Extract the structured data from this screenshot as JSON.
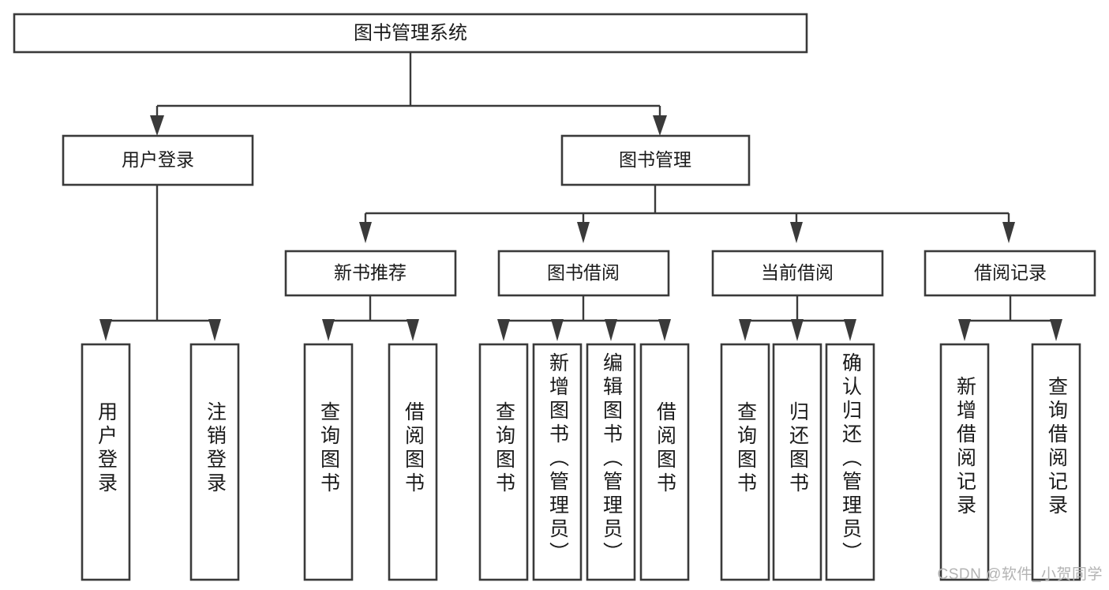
{
  "diagram": {
    "title": "图书管理系统",
    "type": "tree-hierarchy-chart",
    "root": {
      "id": "root",
      "label": "图书管理系统",
      "orientation": "horizontal"
    },
    "level2": [
      {
        "id": "user-login",
        "label": "用户登录",
        "orientation": "horizontal"
      },
      {
        "id": "book-management",
        "label": "图书管理",
        "orientation": "horizontal"
      }
    ],
    "level3": [
      {
        "id": "new-book-recommend",
        "label": "新书推荐",
        "orientation": "horizontal",
        "parent": "book-management"
      },
      {
        "id": "book-borrow",
        "label": "图书借阅",
        "orientation": "horizontal",
        "parent": "book-management"
      },
      {
        "id": "current-borrow",
        "label": "当前借阅",
        "orientation": "horizontal",
        "parent": "book-management"
      },
      {
        "id": "borrow-record",
        "label": "借阅记录",
        "orientation": "horizontal",
        "parent": "book-management"
      }
    ],
    "leaves": [
      {
        "id": "leaf-user-login",
        "label": "用户登录",
        "parent": "user-login",
        "orientation": "vertical"
      },
      {
        "id": "leaf-logout-login",
        "label": "注销登录",
        "parent": "user-login",
        "orientation": "vertical"
      },
      {
        "id": "leaf-query-book-1",
        "label": "查询图书",
        "parent": "new-book-recommend",
        "orientation": "vertical"
      },
      {
        "id": "leaf-borrow-book-1",
        "label": "借阅图书",
        "parent": "new-book-recommend",
        "orientation": "vertical"
      },
      {
        "id": "leaf-query-book-2",
        "label": "查询图书",
        "parent": "book-borrow",
        "orientation": "vertical"
      },
      {
        "id": "leaf-add-book",
        "label": "新增图书（管理员）",
        "parent": "book-borrow",
        "orientation": "vertical"
      },
      {
        "id": "leaf-edit-book",
        "label": "编辑图书（管理员）",
        "parent": "book-borrow",
        "orientation": "vertical"
      },
      {
        "id": "leaf-borrow-book-2",
        "label": "借阅图书",
        "parent": "book-borrow",
        "orientation": "vertical"
      },
      {
        "id": "leaf-query-book-3",
        "label": "查询图书",
        "parent": "current-borrow",
        "orientation": "vertical"
      },
      {
        "id": "leaf-return-book",
        "label": "归还图书",
        "parent": "current-borrow",
        "orientation": "vertical"
      },
      {
        "id": "leaf-confirm-return",
        "label": "确认归还（管理员）",
        "parent": "current-borrow",
        "orientation": "vertical"
      },
      {
        "id": "leaf-add-record",
        "label": "新增借阅记录",
        "parent": "borrow-record",
        "orientation": "vertical"
      },
      {
        "id": "leaf-query-record",
        "label": "查询借阅记录",
        "parent": "borrow-record",
        "orientation": "vertical"
      }
    ],
    "colors": {
      "stroke": "#3a3a3a",
      "fill": "#ffffff",
      "text": "#1a1a1a",
      "watermark": "#b3b3b3",
      "background": "#ffffff"
    }
  },
  "watermark": {
    "text": "CSDN @软件_小贺同学"
  }
}
